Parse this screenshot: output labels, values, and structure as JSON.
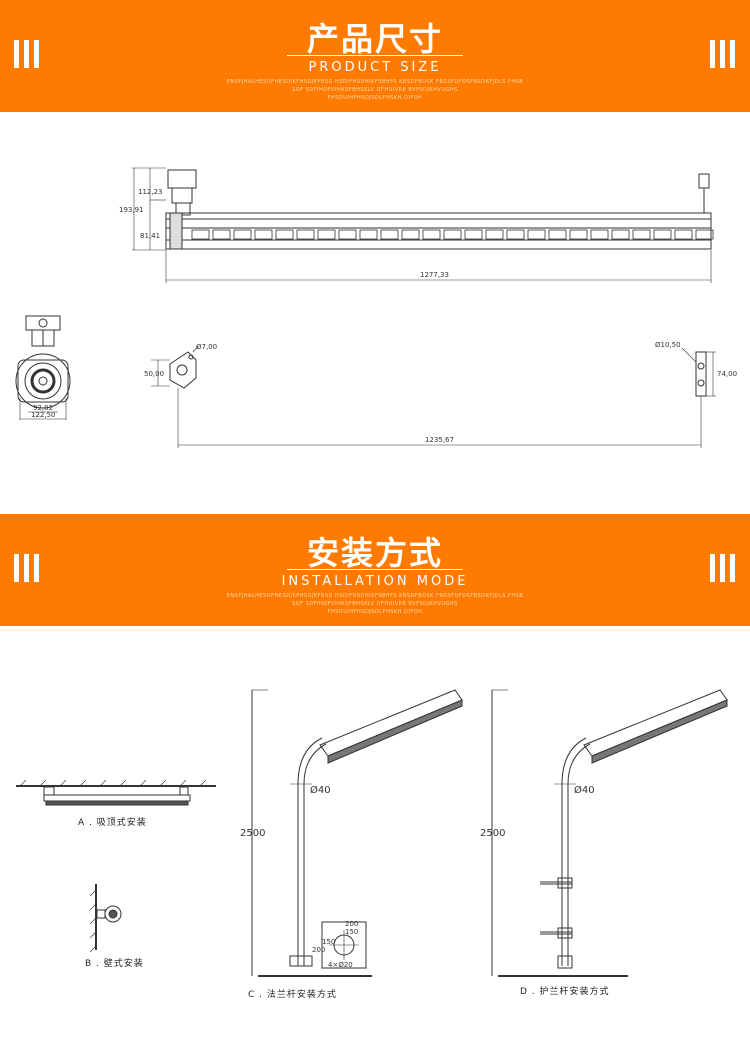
{
  "section1": {
    "title": "产品尺寸",
    "subtitle": "PRODUCT SIZE",
    "small_text": [
      "ENSFJHALHESOFHESDJKFHSDJKFBSD HSDIFHSDHIKFSBHFS KBSDFBDSK FBDSFUFDSFBSDKFJDLS FHSB",
      "SDF SDFIHDFUIHKSFBHSKLV DFHUIVRE BVFSDJKHVUGHS",
      "FHSDUIHFHSDJSDLFHSKH DIFOH"
    ],
    "dimensions": {
      "top_height": "112,23",
      "total_height": "193,91",
      "body_height": "81,41",
      "total_length": "1277,33",
      "hole_left": "Ø7,00",
      "bracket_left": "50,00",
      "hole_right": "Ø10,50",
      "bracket_right": "74,00",
      "hole_spacing": "1235,67",
      "inner_width": "92,02",
      "outer_width": "122,50"
    }
  },
  "section2": {
    "title": "安装方式",
    "subtitle": "INSTALLATION MODE",
    "small_text": [
      "ENSFJHALHESOFHESDJKFHSDJKFBSD HSDIFHSDHIKFSBHFS KBSDFBDSK FBDSFUFDSFBSDKFJDLS FHSB",
      "SDF SDFIHDFUIHKSFBHSKLV DFHUIVRE BVFSDJKHVUGHS",
      "FHSDUIHFHSDJSDLFHSKH DIFOH"
    ],
    "captions": {
      "a": "A . 吸顶式安装",
      "b": "B . 壁式安装",
      "c": "C . 法兰杆安装方式",
      "d": "D . 护兰杆安装方式"
    },
    "dims": {
      "pole_height": "2500",
      "pole_diameter": "Ø40",
      "flange_outer": "200",
      "flange_inner": "150",
      "flange_holes": "4×Ø20"
    }
  },
  "colors": {
    "accent": "#ff7a00",
    "banner_text": "#ffffff",
    "line": "#333333"
  }
}
